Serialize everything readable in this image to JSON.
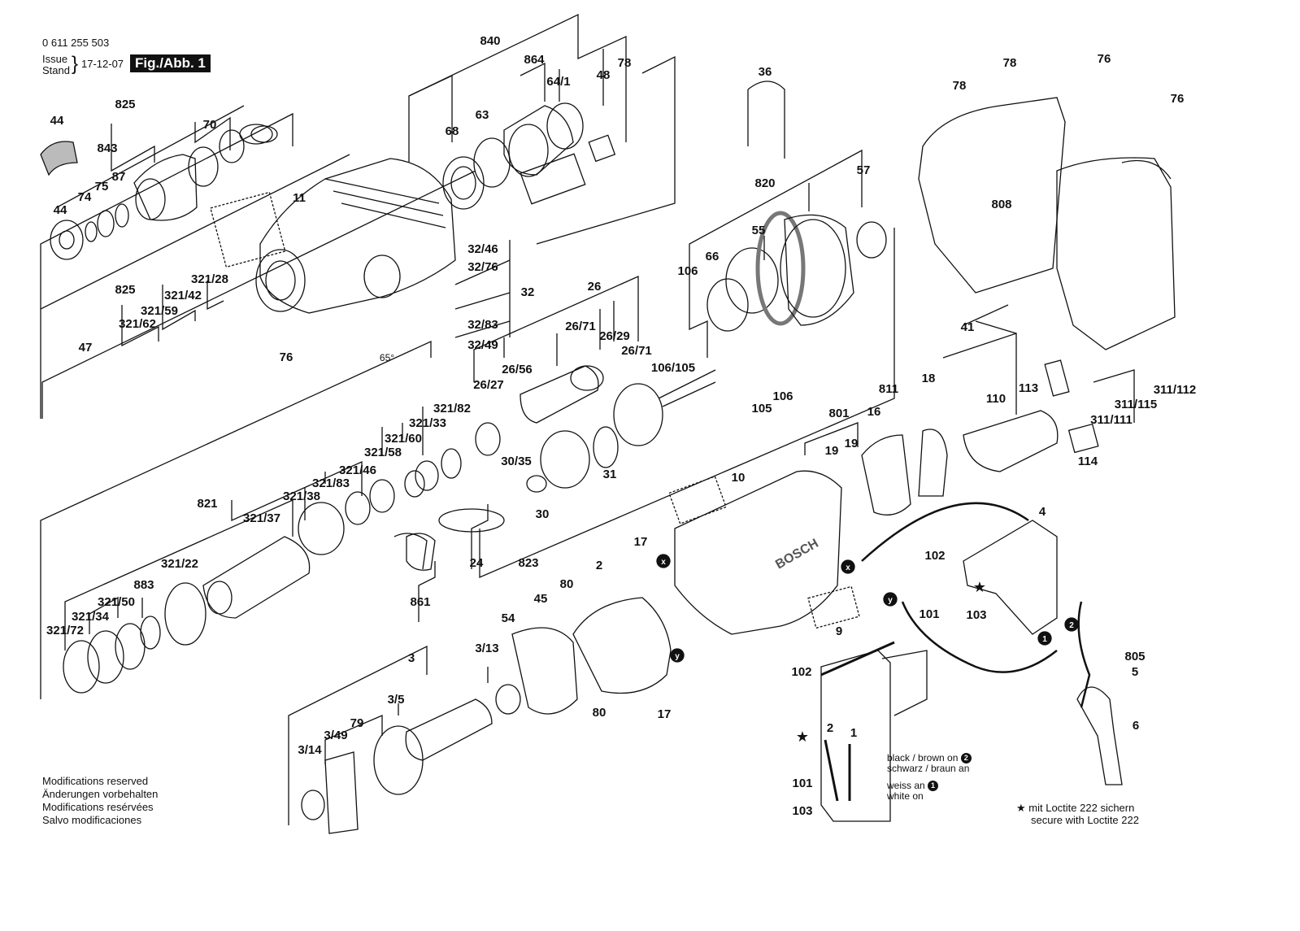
{
  "header": {
    "part_number": "0 611 255 503",
    "issue_label": "Issue",
    "stand_label": "Stand",
    "date": "17-12-07",
    "figure": "Fig./Abb. 1"
  },
  "modifications": [
    "Modifications reserved",
    "Änderungen vorbehalten",
    "Modifications resérvées",
    "Salvo modificaciones"
  ],
  "wiring_notes": {
    "black_en": "black / brown on",
    "black_de": "schwarz / braun an",
    "white_de": "weiss an",
    "white_en": "white on",
    "marker_1": "1",
    "marker_2": "2"
  },
  "loctite": {
    "de": "mit Loctite 222 sichern",
    "en": "secure with Loctite 222"
  },
  "brand": "BOSCH",
  "callouts": {
    "c840": "840",
    "c864": "864",
    "c641": "64/1",
    "c48": "48",
    "c78a": "78",
    "c63": "63",
    "c68": "68",
    "c825a": "825",
    "c44a": "44",
    "c843": "843",
    "c70": "70",
    "c74": "74",
    "c75": "75",
    "c87": "87",
    "c44b": "44",
    "c11": "11",
    "c32_46": "32/46",
    "c32_76": "32/76",
    "c32": "32",
    "c32_83": "32/83",
    "c32_49": "32/49",
    "c825b": "825",
    "c321_28": "321/28",
    "c321_42": "321/42",
    "c321_59": "321/59",
    "c321_62": "321/62",
    "c47": "47",
    "c76a": "76",
    "c26": "26",
    "c26_71a": "26/71",
    "c26_29": "26/29",
    "c26_71b": "26/71",
    "c26_27": "26/27",
    "c26_56": "26/56",
    "c36": "36",
    "c820": "820",
    "c57": "57",
    "c55": "55",
    "c66": "66",
    "c106a": "106",
    "c106_105": "106/105",
    "c105": "105",
    "c106b": "106",
    "c78b": "78",
    "c76b": "76",
    "c78c": "78",
    "c76c": "76",
    "c808": "808",
    "c41": "41",
    "c321_82": "321/82",
    "c321_33": "321/33",
    "c321_60": "321/60",
    "c321_58": "321/58",
    "c321_46": "321/46",
    "c321_83": "321/83",
    "c321_38": "321/38",
    "c821": "821",
    "c321_37": "321/37",
    "c30_35": "30/35",
    "c31": "31",
    "c30": "30",
    "c321_22": "321/22",
    "c321_50": "321/50",
    "c321_34": "321/34",
    "c321_72": "321/72",
    "c883": "883",
    "c24": "24",
    "c861": "861",
    "c823": "823",
    "c811": "811",
    "c18": "18",
    "c801": "801",
    "c16": "16",
    "c19a": "19",
    "c19b": "19",
    "c10": "10",
    "c113": "113",
    "c110": "110",
    "c311_112": "311/112",
    "c311_115": "311/115",
    "c311_111": "311/111",
    "c114": "114",
    "c17a": "17",
    "c2": "2",
    "c80a": "80",
    "c45": "45",
    "c54": "54",
    "c3_13": "3/13",
    "c3": "3",
    "c3_5": "3/5",
    "c79": "79",
    "c3_49": "3/49",
    "c3_14": "3/14",
    "c80b": "80",
    "c17b": "17",
    "c9": "9",
    "c4": "4",
    "c102a": "102",
    "c101a": "101",
    "c103a": "103",
    "c805": "805",
    "c5": "5",
    "c6": "6",
    "c102b": "102",
    "c101b": "101",
    "c103b": "103",
    "c2w": "2",
    "c1w": "1",
    "x1": "x",
    "x2": "x",
    "y1": "y",
    "y2": "y"
  }
}
